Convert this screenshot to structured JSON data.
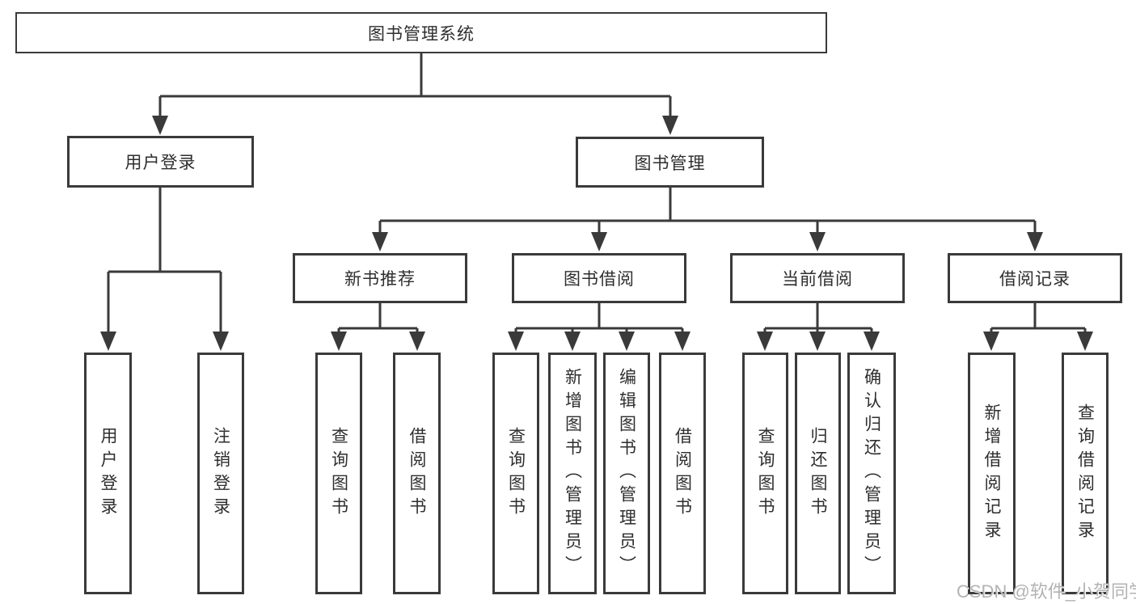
{
  "diagram": {
    "root": {
      "label": "图书管理系统"
    },
    "branches": [
      {
        "label": "用户登录",
        "children": [
          {
            "label": "用户登录"
          },
          {
            "label": "注销登录"
          }
        ]
      },
      {
        "label": "图书管理",
        "children": [
          {
            "label": "新书推荐",
            "children": [
              {
                "label": "查询图书"
              },
              {
                "label": "借阅图书"
              }
            ]
          },
          {
            "label": "图书借阅",
            "children": [
              {
                "label": "查询图书"
              },
              {
                "label": "新增图书（管理员）"
              },
              {
                "label": "编辑图书（管理员）"
              },
              {
                "label": "借阅图书"
              }
            ]
          },
          {
            "label": "当前借阅",
            "children": [
              {
                "label": "查询图书"
              },
              {
                "label": "归还图书"
              },
              {
                "label": "确认归还（管理员）"
              }
            ]
          },
          {
            "label": "借阅记录",
            "children": [
              {
                "label": "新增借阅记录"
              },
              {
                "label": "查询借阅记录"
              }
            ]
          }
        ]
      }
    ],
    "watermark": "CSDN @软件_小贺同学",
    "colors": {
      "line": "#3a3a3a",
      "text": "#2e2e2e",
      "watermark": "#b3b3b3",
      "background": "#ffffff"
    }
  }
}
